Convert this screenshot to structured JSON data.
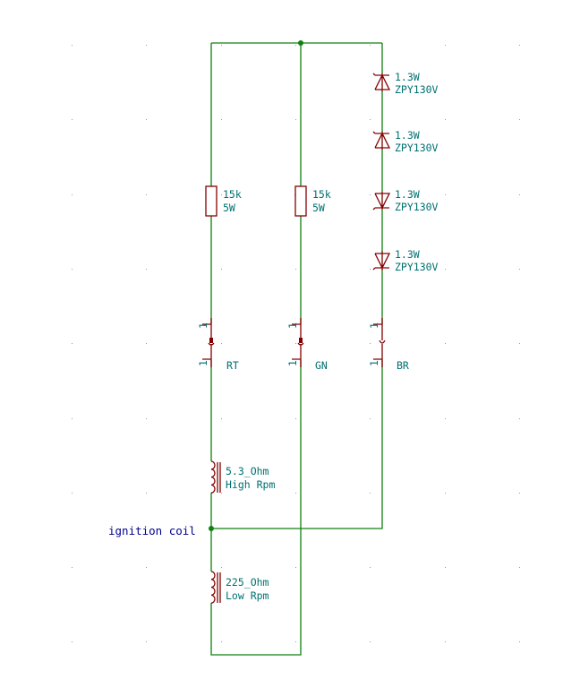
{
  "colors": {
    "wire": "#108010",
    "component": "#840000",
    "text": "#007070",
    "label": "#00008a"
  },
  "resistors": [
    {
      "value": "15k",
      "power": "5W"
    },
    {
      "value": "15k",
      "power": "5W"
    }
  ],
  "diodes": [
    {
      "power": "1.3W",
      "part": "ZPY130V",
      "direction": "up"
    },
    {
      "power": "1.3W",
      "part": "ZPY130V",
      "direction": "up"
    },
    {
      "power": "1.3W",
      "part": "ZPY130V",
      "direction": "down"
    },
    {
      "power": "1.3W",
      "part": "ZPY130V",
      "direction": "down"
    }
  ],
  "connectors": [
    {
      "pin_top": "1",
      "pin_bottom": "1",
      "name": "RT"
    },
    {
      "pin_top": "1",
      "pin_bottom": "1",
      "name": "GN"
    },
    {
      "pin_top": "1",
      "pin_bottom": "1",
      "name": "BR"
    }
  ],
  "inductors": [
    {
      "value": "5.3_Ohm",
      "note": "High Rpm"
    },
    {
      "value": "225_Ohm",
      "note": "Low Rpm"
    }
  ],
  "net_label": "ignition coil"
}
